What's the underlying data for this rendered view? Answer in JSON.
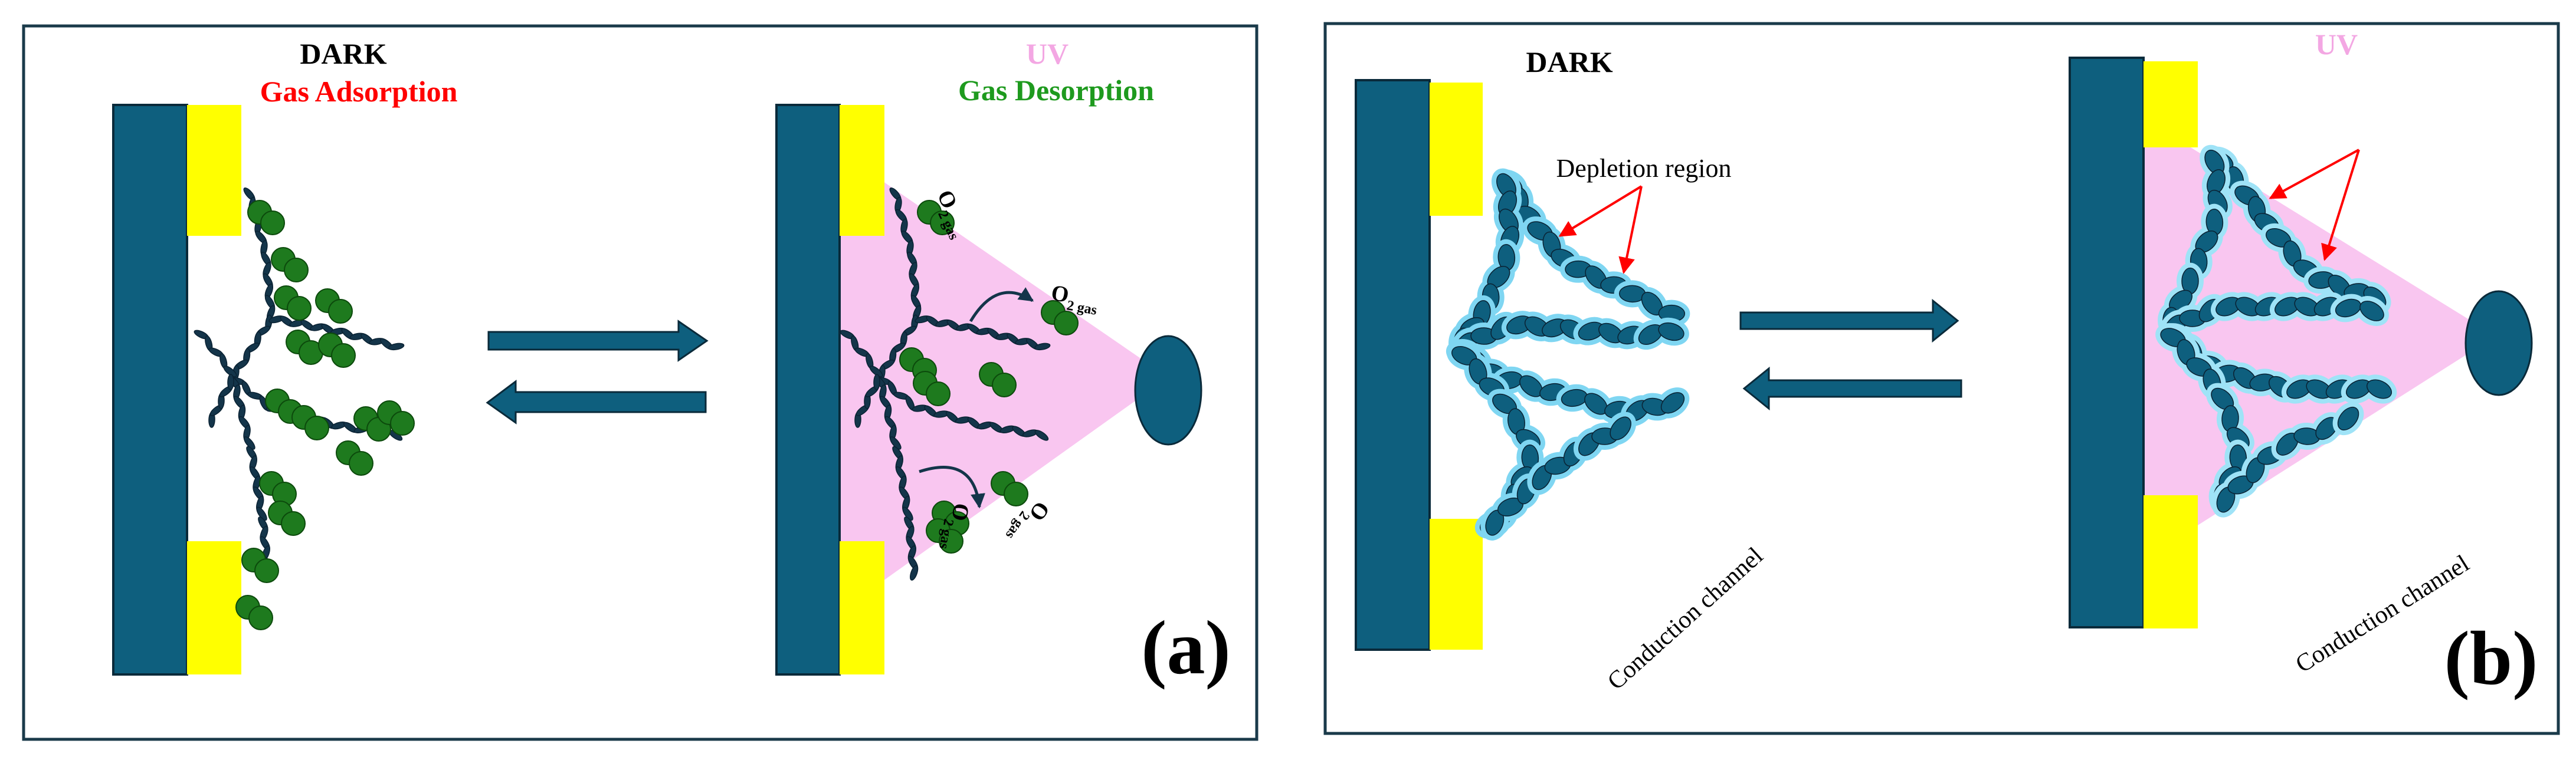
{
  "panel_a": {
    "dark_label": "DARK",
    "adsorption_label": "Gas Adsorption",
    "uv_label": "UV",
    "desorption_label": "Gas Desorption",
    "o2_main": "O",
    "o2_sub": "2 gas",
    "panel_label": "(a)"
  },
  "panel_b": {
    "dark_label": "DARK",
    "uv_label": "UV",
    "depletion_label": "Depletion region",
    "conduction_left": "Conduction channel",
    "conduction_right": "Conduction channel",
    "panel_label": "(b)"
  },
  "colors": {
    "substrate": "#0e5f7e",
    "electrode": "#ffff00",
    "nanowire": "#14354a",
    "gas_molecule": "#1e7a1e",
    "uv_beam": "#f9c6f0",
    "depletion": "#7fd6f2",
    "adsorption_text": "#ff0000",
    "desorption_text": "#1e9a1e",
    "uv_text": "#f3a7e3",
    "arrow_red": "#ff0000",
    "frame": "#1a3a4a"
  }
}
